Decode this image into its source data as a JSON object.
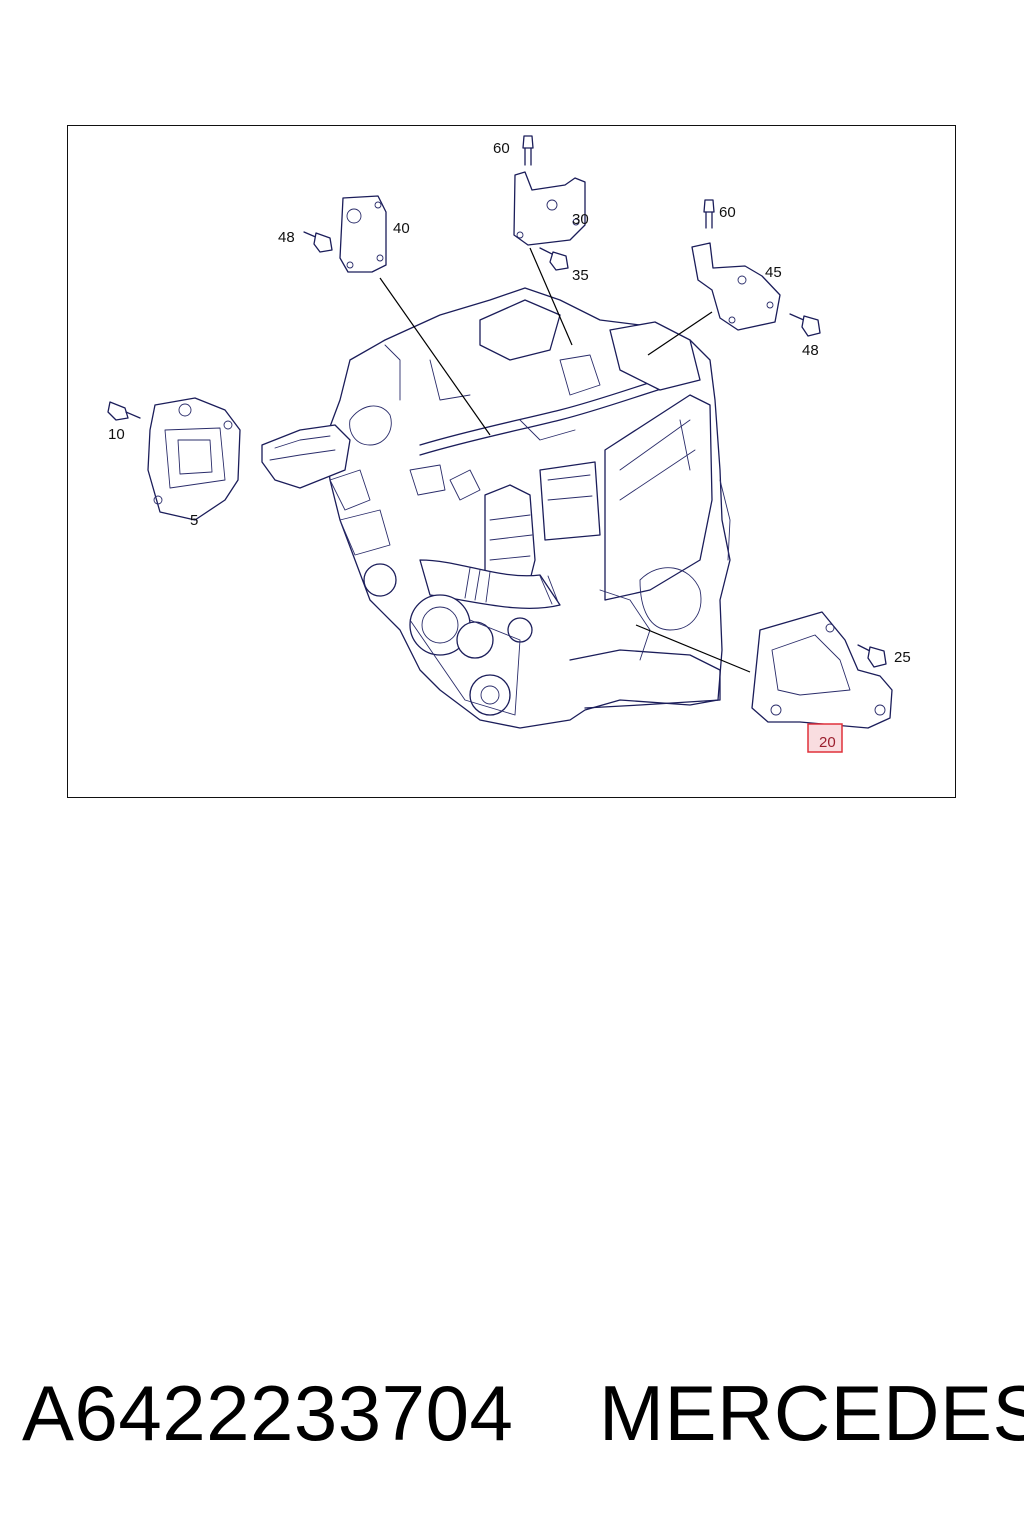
{
  "diagram": {
    "callouts": {
      "c60a": "60",
      "c60b": "60",
      "c40": "40",
      "c48a": "48",
      "c30": "30",
      "c35": "35",
      "c45": "45",
      "c48b": "48",
      "c10": "10",
      "c5": "5",
      "c25": "25",
      "c20": "20"
    },
    "highlighted_part": "20",
    "colors": {
      "line": "#1b1d5a",
      "highlight_border": "#e0303a",
      "highlight_fill": "#f9dde0"
    }
  },
  "footer": {
    "part_number": "A6422233704",
    "brand": "MERCEDES"
  }
}
